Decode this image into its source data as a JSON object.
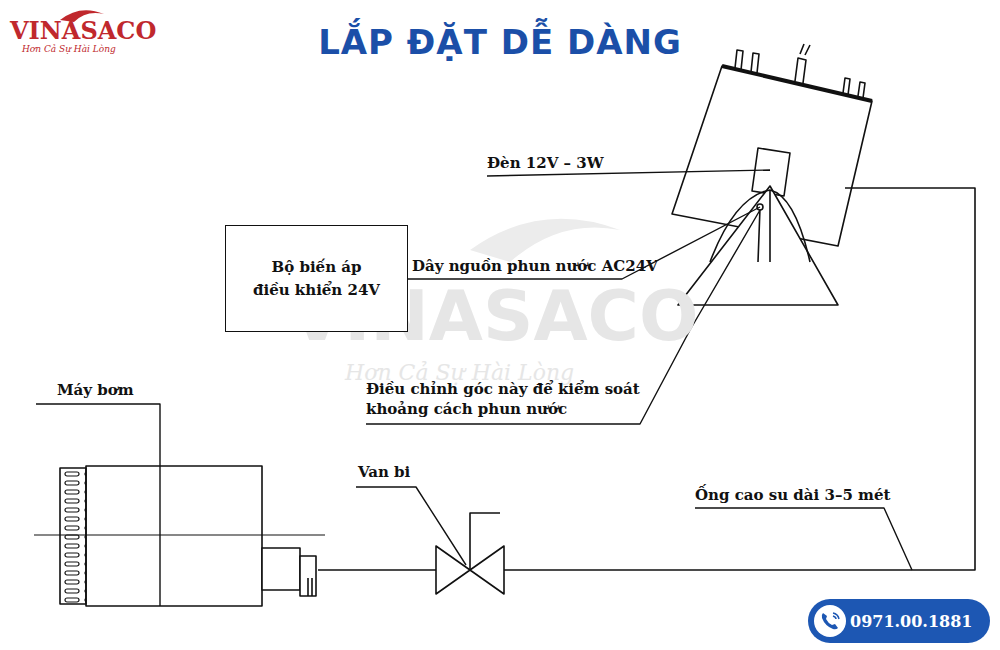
{
  "diagram": {
    "title": "LẮP ĐẶT DỄ DÀNG",
    "nodes": [
      {
        "text": [
          "Bộ biến áp điều khiển 24V"
        ]
      },
      {
        "text": [
          "0971.00.1881"
        ]
      }
    ],
    "labels": [
      "VINASACO",
      "Hơn Cả Sự Hài Lòng",
      "Đèn 12V – 3W",
      "Dây nguồn phun nước AC24V",
      "Máy bơm",
      "Điều chỉnh góc này để kiểm soát khoảng cách phun nước",
      "Van bi",
      "Ống cao su dài 3–5 mét",
      "VINASACO",
      "Hơn Cả Sự Hài Lòng"
    ]
  }
}
